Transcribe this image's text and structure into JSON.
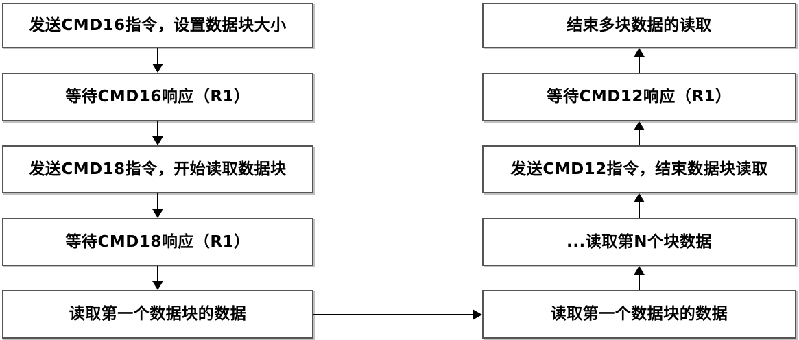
{
  "page": {
    "background_color": "#ffffff",
    "box_border_color": "#555555",
    "arrow_color": "#000000",
    "text_color": "#000000"
  },
  "flowchart": {
    "left_column": {
      "flow_direction": "top-to-bottom",
      "steps": [
        "发送CMD16指令，设置数据块大小",
        "等待CMD16响应（R1）",
        "发送CMD18指令，开始读取数据块",
        "等待CMD18响应（R1）",
        "读取第一个数据块的数据"
      ]
    },
    "right_column": {
      "flow_direction": "bottom-to-top",
      "steps_top_to_bottom": [
        "结束多块数据的读取",
        "等待CMD12响应（R1）",
        "发送CMD12指令，结束数据块读取",
        "...读取第N个块数据",
        "读取第一个数据块的数据"
      ]
    },
    "cross_connector": {
      "direction": "left-to-right",
      "from_step": "读取第一个数据块的数据",
      "to_step": "读取第一个数据块的数据"
    }
  }
}
